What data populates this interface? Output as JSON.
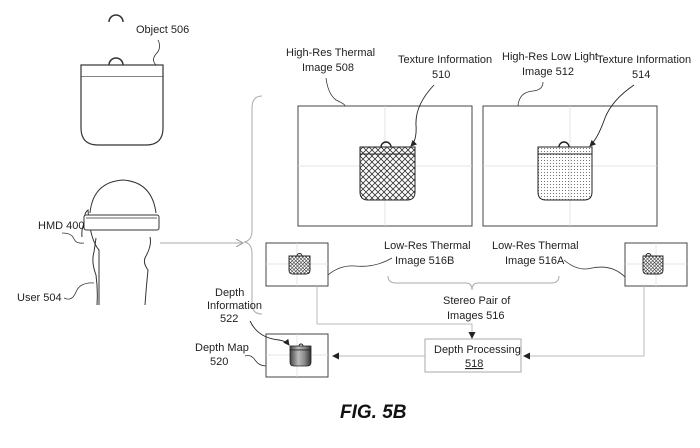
{
  "figure": {
    "caption": "FIG. 5B"
  },
  "labels": {
    "object": "Object 506",
    "hmd": "HMD 400",
    "user": "User 504",
    "high_res_thermal_l1": "High-Res Thermal",
    "high_res_thermal_l2": "Image 508",
    "texture_510_l1": "Texture Information",
    "texture_510_l2": "510",
    "high_res_lowlight_l1": "High-Res Low Light",
    "high_res_lowlight_l2": "Image 512",
    "texture_514_l1": "Texture Information",
    "texture_514_l2": "514",
    "low_res_b_l1": "Low-Res Thermal",
    "low_res_b_l2": "Image 516B",
    "low_res_a_l1": "Low-Res Thermal",
    "low_res_a_l2": "Image 516A",
    "stereo_l1": "Stereo Pair of",
    "stereo_l2": "Images 516",
    "depth_info_l1": "Depth",
    "depth_info_l2": "Information",
    "depth_info_l3": "522",
    "depth_map_l1": "Depth Map",
    "depth_map_l2": "520",
    "depth_processing_l1": "Depth Processing",
    "depth_processing_l2": "518"
  }
}
